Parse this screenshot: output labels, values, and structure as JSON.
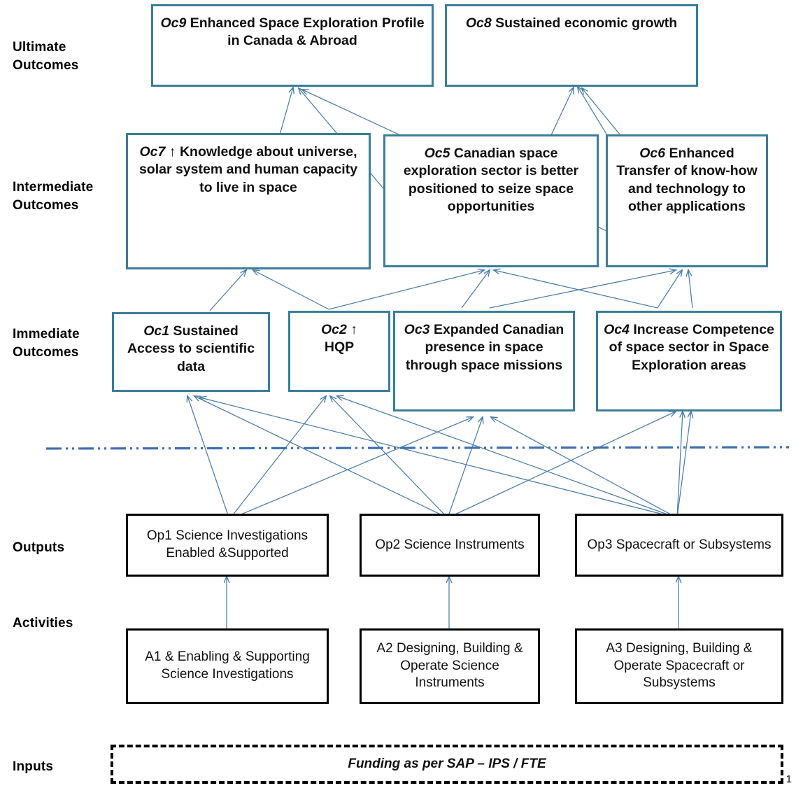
{
  "page": {
    "number": "1"
  },
  "row_labels": [
    {
      "name": "ultimate-outcomes",
      "text": "Ultimate\nOutcomes"
    },
    {
      "name": "intermediate-outcomes",
      "text": "Intermediate\nOutcomes"
    },
    {
      "name": "immediate-outcomes",
      "text": "Immediate\nOutcomes"
    },
    {
      "name": "outputs",
      "text": "Outputs"
    },
    {
      "name": "activities",
      "text": "Activities"
    },
    {
      "name": "inputs",
      "text": "Inputs"
    }
  ],
  "nodes": {
    "oc9": {
      "code": "Oc9",
      "arrow": "",
      "text": " Enhanced Space Exploration Profile in Canada  & Abroad"
    },
    "oc8": {
      "code": "Oc8",
      "arrow": "",
      "text": "  Sustained economic growth"
    },
    "oc7": {
      "code": "Oc7",
      "arrow": "↑",
      "text": "   Knowledge about universe, solar system and human capacity to live in space"
    },
    "oc5": {
      "code": "Oc5",
      "arrow": "",
      "text": " Canadian  space exploration sector is better positioned  to seize space opportunities"
    },
    "oc6": {
      "code": "Oc6",
      "arrow": "",
      "text": " Enhanced Transfer of know-how and technology to other applications"
    },
    "oc1": {
      "code": "Oc1",
      "arrow": "",
      "text": " Sustained Access to scientific  data"
    },
    "oc2": {
      "code": "Oc2",
      "arrow": "↑",
      "text": " HQP"
    },
    "oc3": {
      "code": "Oc3",
      "arrow": "",
      "text": " Expanded  Canadian presence in space through space missions"
    },
    "oc4": {
      "code": "Oc4",
      "arrow": "",
      "text": " Increase Competence of space sector in Space Exploration  areas"
    },
    "op1": {
      "code": "",
      "arrow": "",
      "text": "Op1 Science Investigations Enabled &Supported"
    },
    "op2": {
      "code": "",
      "arrow": "",
      "text": "Op2 Science Instruments"
    },
    "op3": {
      "code": "",
      "arrow": "",
      "text": "Op3 Spacecraft or Subsystems"
    },
    "a1": {
      "code": "",
      "arrow": "",
      "text": "A1 & Enabling & Supporting Science Investigations"
    },
    "a2": {
      "code": "",
      "arrow": "",
      "text": "A2 Designing, Building & Operate Science Instruments"
    },
    "a3": {
      "code": "",
      "arrow": "",
      "text": "A3 Designing,  Building & Operate Spacecraft or Subsystems"
    },
    "inputs": {
      "code": "",
      "arrow": "",
      "text": "Funding as per SAP – IPS / FTE"
    }
  },
  "colors": {
    "outcome_border": "#3A7E98",
    "black_border": "#000000",
    "edge": "#4A7EAE",
    "divider": "#3F6FAF",
    "background": "#FFFFFF"
  },
  "divider": {
    "style": "dash-dot-dot",
    "name": "results-boundary-line"
  }
}
